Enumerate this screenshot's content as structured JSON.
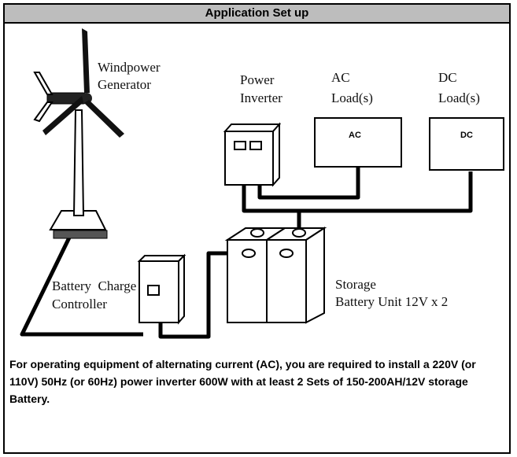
{
  "header": {
    "title": "Application Set up"
  },
  "labels": {
    "wind_line1": "Windpower",
    "wind_line2": "Generator",
    "inverter_line1": "Power",
    "inverter_line2": "Inverter",
    "ac_line1": "AC",
    "ac_line2": "Load(s)",
    "dc_line1": "DC",
    "dc_line2": "Load(s)",
    "ac_box": "AC",
    "dc_box": "DC",
    "controller_line1": "Battery  Charge",
    "controller_line2": "Controller",
    "storage_line1": "Storage",
    "storage_line2": "Battery Unit 12V x 2"
  },
  "description": "For operating equipment of alternating current (AC), you are required to install a 220V (or 110V) 50Hz  (or 60Hz) power inverter 600W with at least 2 Sets of 150-200AH/12V storage Battery.",
  "icons": [
    "wind-turbine-icon",
    "power-inverter-icon",
    "battery-icon",
    "charge-controller-icon"
  ]
}
